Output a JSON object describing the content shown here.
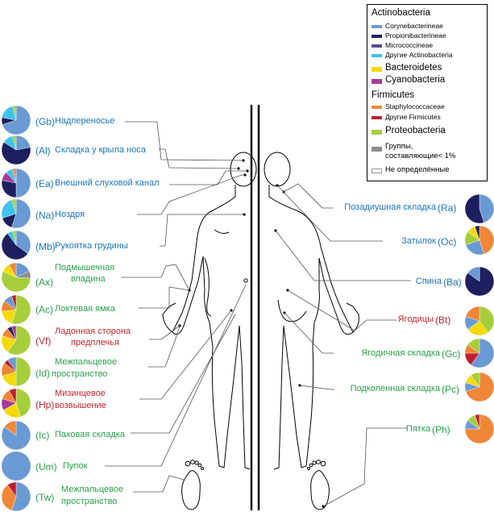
{
  "colors": {
    "corynebacterineae": "#6a9ad4",
    "propionibacterineae": "#1d1f5e",
    "micrococcineae": "#5b4a8c",
    "other_actino": "#3fc3ec",
    "bacteroidetes": "#f5d90a",
    "cyanobacteria": "#a63a96",
    "staphylococcaceae": "#f08637",
    "other_firmicutes": "#be1e2d",
    "proteobacteria": "#a6ce3b",
    "groups_lt1": "#8c8c8c",
    "undetermined": "#ffffff",
    "blue_text": "#1b75bb",
    "green_text": "#2aa14a",
    "red_text": "#c1272d"
  },
  "legend": {
    "actinobacteria": "Actinobacteria",
    "corynebacterineae": "Corynebacterineae",
    "propionibacterineae": "Propionibacterineae",
    "micrococcineae": "Micrococcineae",
    "other_actino": "Другие Actinobacteria",
    "bacteroidetes": "Bacteroidetes",
    "cyanobacteria": "Cyanobacteria",
    "firmicutes": "Firmicutes",
    "staphylococcaceae": "Staphylococcaceae",
    "other_firmicutes": "Другие Firmicutes",
    "proteobacteria": "Proteobacteria",
    "groups_lt1_line1": "Группы,",
    "groups_lt1_line2": "составляющие< 1%",
    "undetermined": "Не определённые"
  },
  "sites_left": [
    {
      "code": "(Gb)",
      "label": "Надпереносье",
      "label2": "",
      "group": "blue",
      "pie": [
        [
          "corynebacterineae",
          70
        ],
        [
          "propionibacterineae",
          8
        ],
        [
          "other_actino",
          18
        ],
        [
          "proteobacteria",
          4
        ]
      ]
    },
    {
      "code": "(Al)",
      "label": "Складка у крыла носа",
      "label2": "",
      "group": "blue",
      "pie": [
        [
          "corynebacterineae",
          22
        ],
        [
          "propionibacterineae",
          62
        ],
        [
          "other_actino",
          12
        ],
        [
          "proteobacteria",
          4
        ]
      ]
    },
    {
      "code": "(Ea)",
      "label": "Внешний слуховой канал",
      "label2": "",
      "group": "blue",
      "pie": [
        [
          "corynebacterineae",
          50
        ],
        [
          "propionibacterineae",
          28
        ],
        [
          "cyanobacteria",
          10
        ],
        [
          "other_actino",
          8
        ],
        [
          "staphylococcaceae",
          4
        ]
      ]
    },
    {
      "code": "(Na)",
      "label": "Ноздря",
      "label2": "",
      "group": "blue",
      "pie": [
        [
          "corynebacterineae",
          55
        ],
        [
          "propionibacterineae",
          15
        ],
        [
          "other_actino",
          25
        ],
        [
          "proteobacteria",
          5
        ]
      ]
    },
    {
      "code": "(Mb)",
      "label": "Рукоятка грудины",
      "label2": "",
      "group": "blue",
      "pie": [
        [
          "corynebacterineae",
          35
        ],
        [
          "propionibacterineae",
          55
        ],
        [
          "other_actino",
          6
        ],
        [
          "proteobacteria",
          4
        ]
      ]
    },
    {
      "code": "(Ax)",
      "label": "Подмышечная",
      "label2": "впадина",
      "group": "green",
      "pie": [
        [
          "corynebacterineae",
          18
        ],
        [
          "groups_lt1",
          8
        ],
        [
          "proteobacteria",
          56
        ],
        [
          "bacteroidetes",
          10
        ],
        [
          "staphylococcaceae",
          8
        ]
      ]
    },
    {
      "code": "(Ac)",
      "label": "Локтевая ямка",
      "label2": "",
      "group": "green",
      "pie": [
        [
          "proteobacteria",
          55
        ],
        [
          "bacteroidetes",
          18
        ],
        [
          "staphylococcaceae",
          12
        ],
        [
          "corynebacterineae",
          10
        ],
        [
          "other_firmicutes",
          5
        ]
      ]
    },
    {
      "code": "(Vf)",
      "label": "Ладонная сторона",
      "label2": "предплечья",
      "group": "red",
      "pie": [
        [
          "proteobacteria",
          60
        ],
        [
          "bacteroidetes",
          20
        ],
        [
          "staphylococcaceae",
          10
        ],
        [
          "propionibacterineae",
          5
        ],
        [
          "cyanobacteria",
          5
        ]
      ]
    },
    {
      "code": "(Id)",
      "label": "Межпальцевое",
      "label2": "пространство",
      "group": "green",
      "pie": [
        [
          "proteobacteria",
          50
        ],
        [
          "bacteroidetes",
          20
        ],
        [
          "staphylococcaceae",
          15
        ],
        [
          "other_firmicutes",
          5
        ],
        [
          "corynebacterineae",
          10
        ]
      ]
    },
    {
      "code": "(Hp)",
      "label": "Мизинцевое",
      "label2": "возвышение",
      "group": "red",
      "pie": [
        [
          "proteobacteria",
          45
        ],
        [
          "bacteroidetes",
          22
        ],
        [
          "cyanobacteria",
          13
        ],
        [
          "staphylococcaceae",
          12
        ],
        [
          "other_firmicutes",
          8
        ]
      ]
    },
    {
      "code": "(Ic)",
      "label": "Паховая складка",
      "label2": "",
      "group": "green",
      "pie": [
        [
          "corynebacterineae",
          85
        ],
        [
          "staphylococcaceae",
          15
        ]
      ]
    },
    {
      "code": "(Um)",
      "label": "Пупок",
      "label2": "",
      "group": "green",
      "pie": [
        [
          "corynebacterineae",
          100
        ]
      ]
    },
    {
      "code": "(Tw)",
      "label": "Межпальцевое",
      "label2": "пространство",
      "group": "green",
      "pie": [
        [
          "corynebacterineae",
          55
        ],
        [
          "staphylococcaceae",
          35
        ],
        [
          "other_firmicutes",
          10
        ]
      ]
    }
  ],
  "sites_right": [
    {
      "code": "(Ra)",
      "label": "Позадиушная складка",
      "group": "blue",
      "pie": [
        [
          "corynebacterineae",
          45
        ],
        [
          "propionibacterineae",
          55
        ]
      ]
    },
    {
      "code": "(Oc)",
      "label": "Затылок",
      "group": "blue",
      "pie": [
        [
          "staphylococcaceae",
          45
        ],
        [
          "corynebacterineae",
          25
        ],
        [
          "proteobacteria",
          15
        ],
        [
          "bacteroidetes",
          10
        ],
        [
          "propionibacterineae",
          5
        ]
      ]
    },
    {
      "code": "(Ba)",
      "label": "Спина",
      "group": "blue",
      "pie": [
        [
          "propionibacterineae",
          85
        ],
        [
          "corynebacterineae",
          15
        ]
      ]
    },
    {
      "code": "(Bt)",
      "label": "Ягодицы",
      "group": "red",
      "pie": [
        [
          "proteobacteria",
          40
        ],
        [
          "bacteroidetes",
          25
        ],
        [
          "corynebacterineae",
          15
        ],
        [
          "staphylococcaceae",
          20
        ]
      ]
    },
    {
      "code": "(Gc)",
      "label": "Ягодичная складка",
      "group": "green",
      "pie": [
        [
          "corynebacterineae",
          60
        ],
        [
          "other_firmicutes",
          15
        ],
        [
          "staphylococcaceae",
          10
        ],
        [
          "proteobacteria",
          15
        ]
      ]
    },
    {
      "code": "(Pc)",
      "label": "Подколенная складка",
      "group": "green",
      "pie": [
        [
          "staphylococcaceae",
          70
        ],
        [
          "corynebacterineae",
          10
        ],
        [
          "bacteroidetes",
          10
        ],
        [
          "proteobacteria",
          10
        ]
      ]
    },
    {
      "code": "(Ph)",
      "label": "Пятка",
      "group": "green",
      "pie": [
        [
          "staphylococcaceae",
          75
        ],
        [
          "corynebacterineae",
          10
        ],
        [
          "proteobacteria",
          10
        ],
        [
          "other_firmicutes",
          5
        ]
      ]
    }
  ]
}
